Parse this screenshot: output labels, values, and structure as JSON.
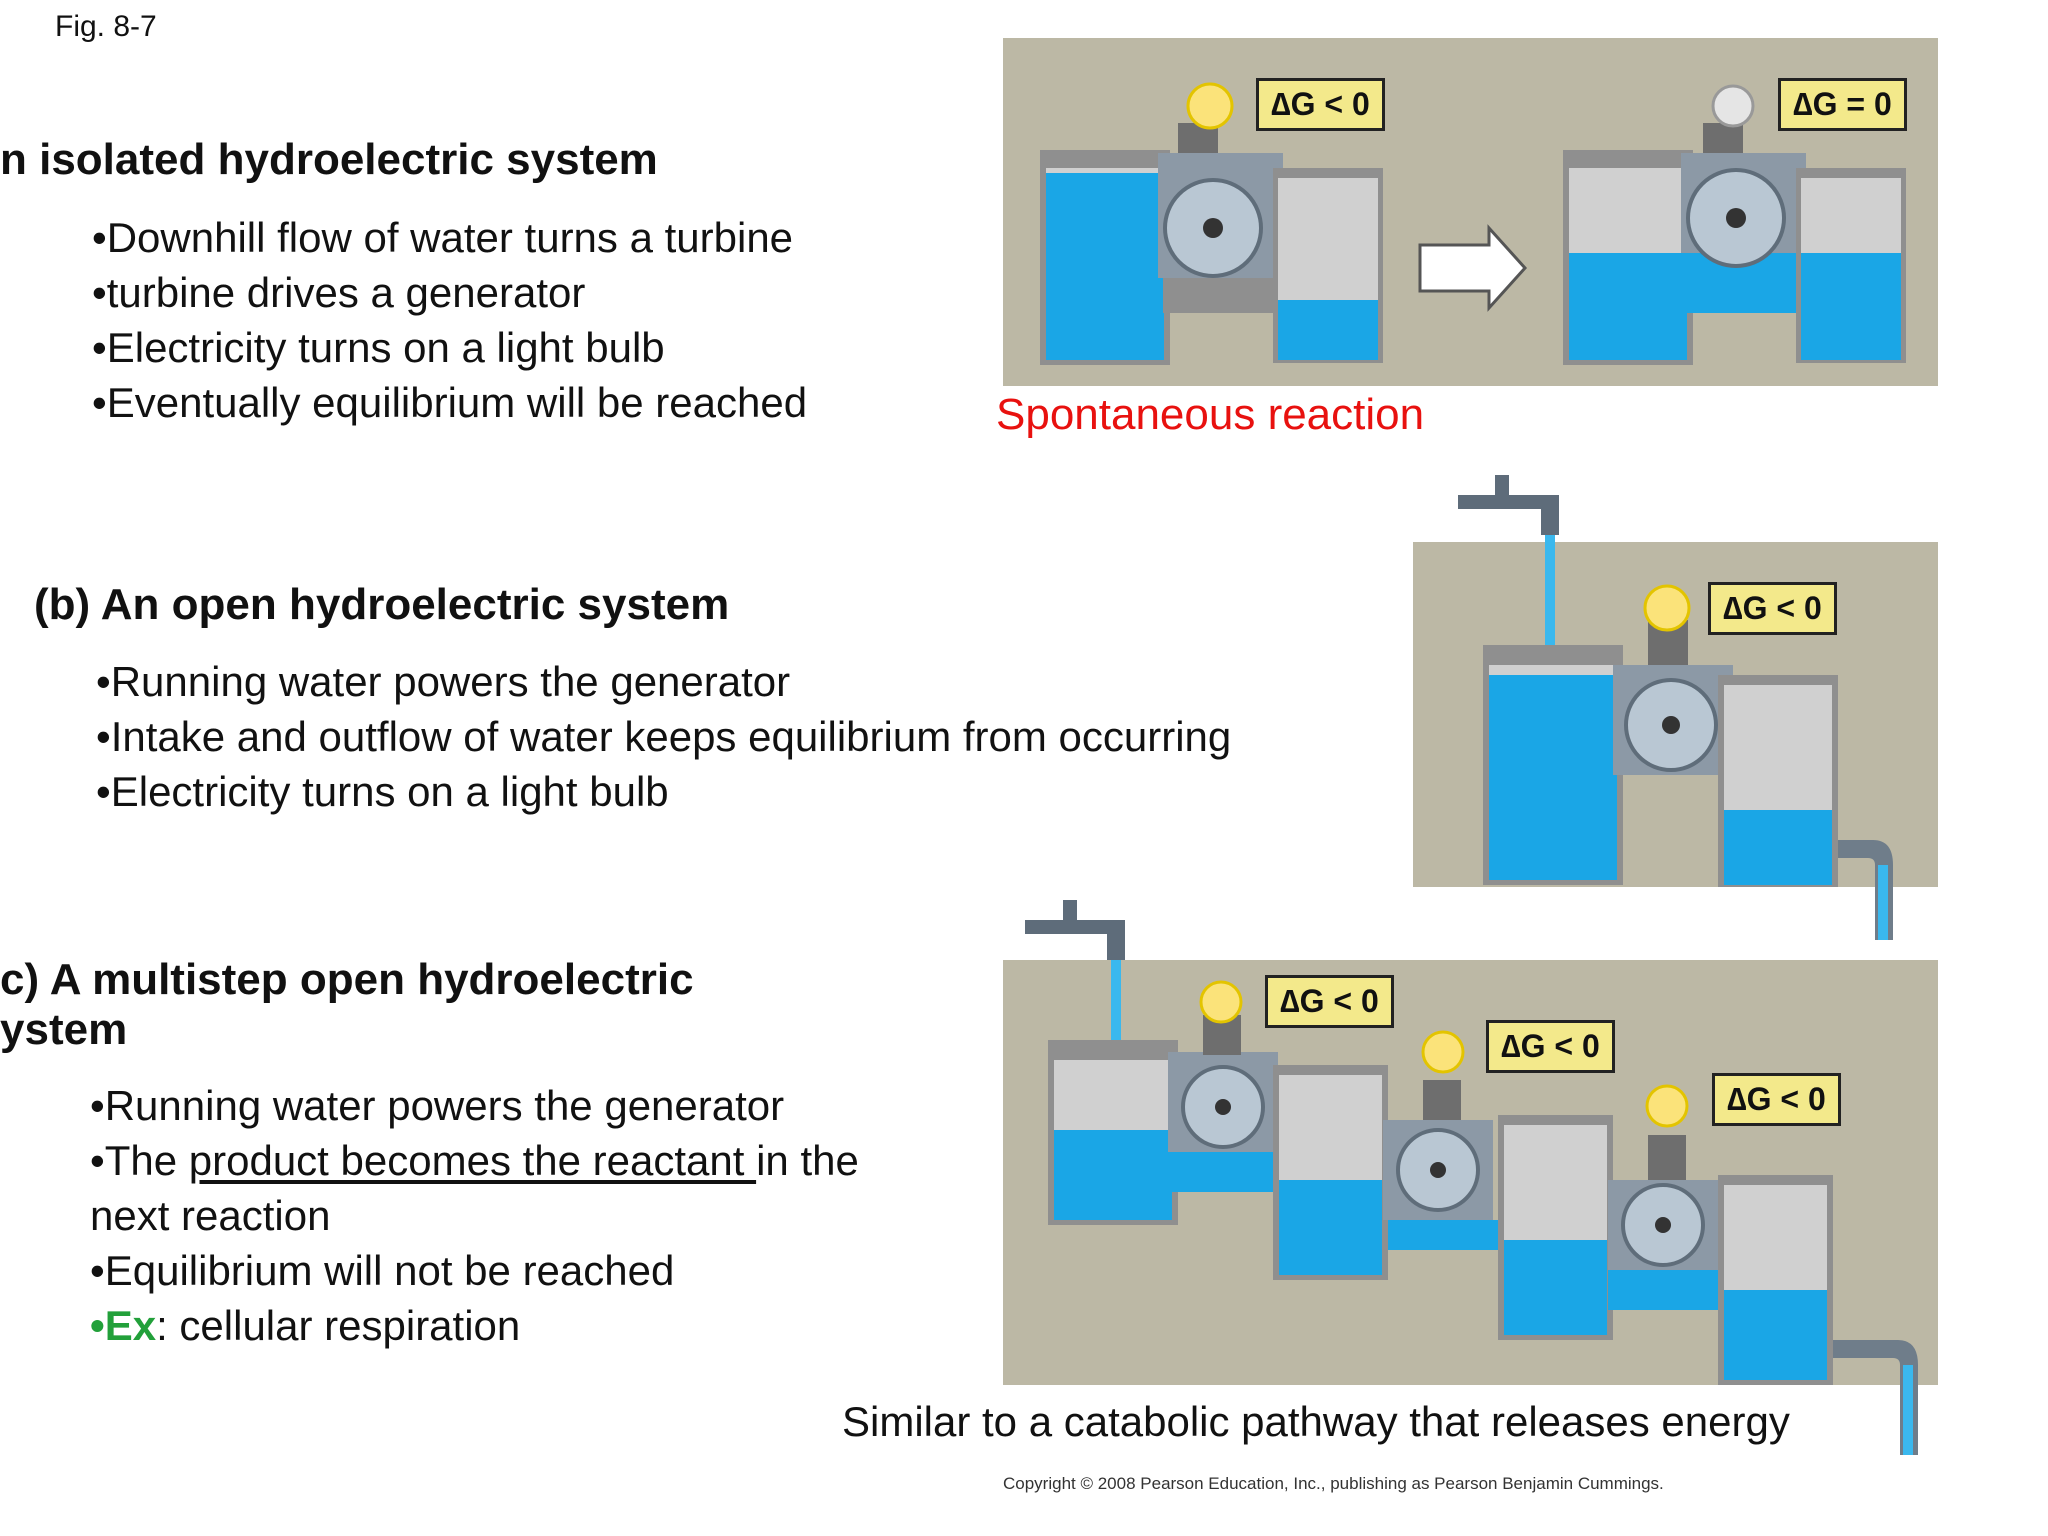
{
  "fig_label": "Fig. 8-7",
  "section_a": {
    "heading": "n isolated hydroelectric system",
    "bullets": [
      "Downhill flow of water turns a turbine",
      "turbine drives a generator",
      "Electricity turns on a light bulb",
      "Eventually equilibrium will be reached"
    ],
    "caption": "Spontaneous reaction",
    "label_before": "∆G < 0",
    "label_after": "∆G = 0"
  },
  "section_b": {
    "heading": "(b) An open hydroelectric system",
    "bullets": [
      "Running water powers the generator",
      "Intake and outflow of water keeps equilibrium from occurring",
      "Electricity turns on a light bulb"
    ],
    "label": "∆G < 0"
  },
  "section_c": {
    "heading_line1": "c) A multistep open hydroelectric",
    "heading_line2": "ystem",
    "bullet1": "Running water powers the generator",
    "bullet2_prefix": "The ",
    "bullet2_underlined": "product becomes the reactant ",
    "bullet2_suffix": "in the",
    "bullet2_cont": "next reaction",
    "bullet3": "Equilibrium will not be reached",
    "bullet4_prefix": "Ex",
    "bullet4_suffix": ":  cellular respiration",
    "labels": [
      "∆G < 0",
      "∆G < 0",
      "∆G < 0"
    ],
    "footer": "Similar to a catabolic pathway that releases energy"
  },
  "copyright": "Copyright © 2008 Pearson Education, Inc., publishing as Pearson Benjamin Cummings.",
  "colors": {
    "panel_bg": "#bcb8a5",
    "water": "#1aa6e6",
    "label_bg": "#f3e98b",
    "red_text": "#e8110f",
    "green_text": "#22a03a"
  }
}
